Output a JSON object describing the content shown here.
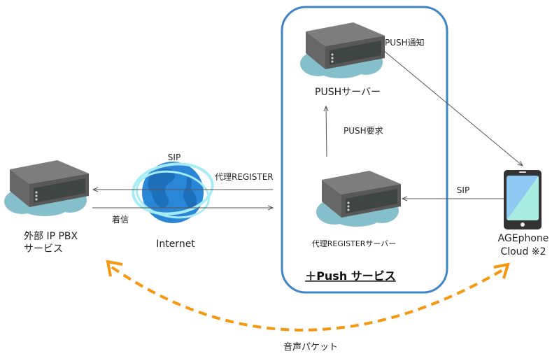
{
  "nodes": {
    "pbx": {
      "line1": "外部 IP PBX",
      "line2": "サービス"
    },
    "internet": {
      "label": "Internet"
    },
    "push_server": {
      "label": "PUSHサーバー"
    },
    "register_server": {
      "label": "代理REGISTERサーバー"
    },
    "phone": {
      "line1": "AGEphone",
      "line2": "Cloud ※2"
    }
  },
  "group": {
    "label": "＋Push サービス"
  },
  "edges": {
    "sip_top": "SIP",
    "proxy_register": "代理REGISTER",
    "incoming": "着信",
    "push_request": "PUSH要求",
    "push_notify": "PUSH通知",
    "sip_phone": "SIP",
    "voice_packets": "音声パケット"
  },
  "colors": {
    "group_border": "#3d85c6",
    "voice_arrow": "#f7960f",
    "cloud": "#86bfcc",
    "globe": "#2a86d6",
    "ring": "#a6ecf5"
  }
}
